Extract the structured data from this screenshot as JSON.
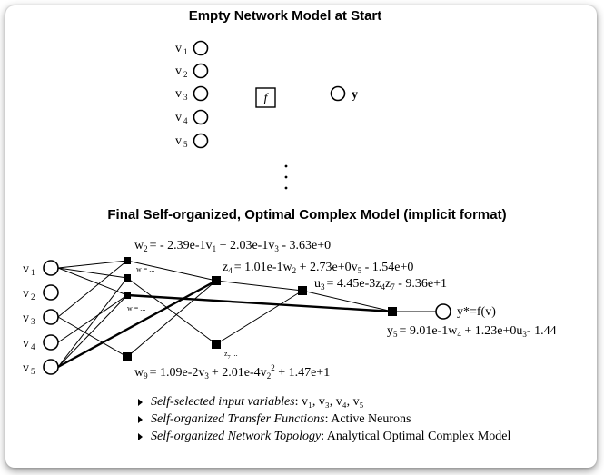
{
  "titles": {
    "top": "Empty Network Model at Start",
    "bottom": "Final Self-organized, Optimal Complex Model (implicit format)"
  },
  "inputs": [
    {
      "letter": "v",
      "sub": "1"
    },
    {
      "letter": "v",
      "sub": "2"
    },
    {
      "letter": "v",
      "sub": "3"
    },
    {
      "letter": "v",
      "sub": "4"
    },
    {
      "letter": "v",
      "sub": "5"
    }
  ],
  "empty_model": {
    "function_label": "f",
    "output_label": "y"
  },
  "equations": {
    "w2": {
      "name": "w",
      "sub": "2",
      "rhs": "= - 2.39e-1v",
      "rhs_sub": "1",
      "rhs2": " + 2.03e-1v",
      "rhs2_sub": "3",
      "rhs3": " - 3.63e+0"
    },
    "z4": {
      "name": "z",
      "sub": "4",
      "rhs": "= 1.01e-1w",
      "rhs_sub": "2",
      "rhs2": " + 2.73e+0v",
      "rhs2_sub": "5",
      "rhs3": " - 1.54e+0"
    },
    "u3": {
      "name": "u",
      "sub": "3",
      "rhs": "= 4.45e-3z",
      "rhs_sub": "4",
      "rhs2": "z",
      "rhs2_sub": "7",
      "rhs3": " - 9.36e+1"
    },
    "y5": {
      "name": "y",
      "sub": "5",
      "rhs": "= 9.01e-1w",
      "rhs_sub": "4",
      "rhs2": " + 1.23e+0u",
      "rhs2_sub": "3",
      "rhs3": "- 1.44"
    },
    "w9": {
      "name": "w",
      "sub": "9",
      "rhs": "= 1.09e-2v",
      "rhs_sub": "3",
      "rhs2": "+ 2.01e-4v",
      "rhs2_sub": "2",
      "rhs2_sup": "2",
      "rhs3": " + 1.47e+1"
    }
  },
  "node_labels": {
    "w_small_a": "w = ...",
    "w_small_b": "w = ...",
    "z7": "z",
    "z7_sub": "7",
    "z7_tail": " ...",
    "output": "y*=f(v)"
  },
  "bullets": [
    {
      "italic": "Self-selected input variables",
      "rest": ": v₁, v₃, v₄, v₅"
    },
    {
      "italic": "Self-organized Transfer Functions",
      "rest": ": Active Neurons"
    },
    {
      "italic": "Self-organized Network Topology",
      "rest": ": Analytical Optimal Complex Model"
    }
  ],
  "colors": {
    "ink": "#000000",
    "background": "#ffffff"
  }
}
